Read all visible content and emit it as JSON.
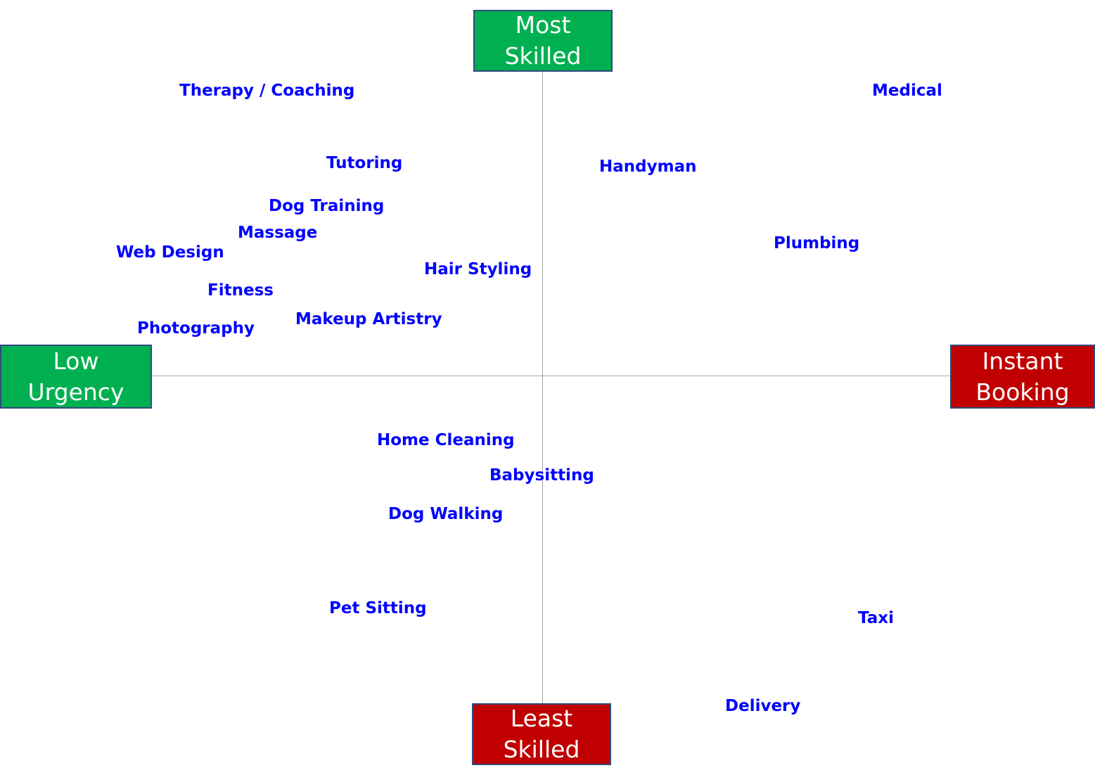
{
  "axes": {
    "top": {
      "line1": "Most",
      "line2": "Skilled",
      "color": "#00b050"
    },
    "bottom": {
      "line1": "Least",
      "line2": "Skilled",
      "color": "#c00000"
    },
    "left": {
      "line1": "Low",
      "line2": "Urgency",
      "color": "#00b050"
    },
    "right": {
      "line1": "Instant",
      "line2": "Booking",
      "color": "#c00000"
    }
  },
  "label_color": "#0000ff",
  "services": [
    {
      "label": "Therapy / Coaching"
    },
    {
      "label": "Medical"
    },
    {
      "label": "Tutoring"
    },
    {
      "label": "Handyman"
    },
    {
      "label": "Dog Training"
    },
    {
      "label": "Massage"
    },
    {
      "label": "Web Design"
    },
    {
      "label": "Plumbing"
    },
    {
      "label": "Hair Styling"
    },
    {
      "label": "Fitness"
    },
    {
      "label": "Makeup Artistry"
    },
    {
      "label": "Photography"
    },
    {
      "label": "Home Cleaning"
    },
    {
      "label": "Babysitting"
    },
    {
      "label": "Dog Walking"
    },
    {
      "label": "Pet Sitting"
    },
    {
      "label": "Taxi"
    },
    {
      "label": "Delivery"
    }
  ]
}
